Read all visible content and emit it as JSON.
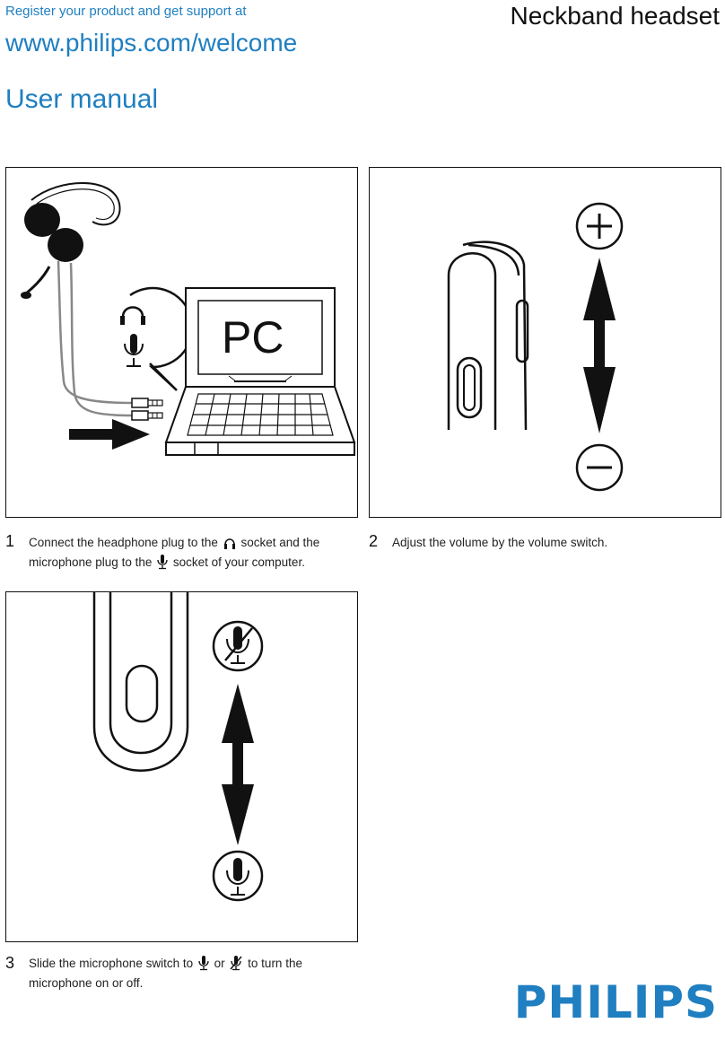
{
  "header": {
    "register_text": "Register your product and get support at",
    "url": "www.philips.com/welcome",
    "doc_type": "User manual",
    "product_name": "Neckband headset"
  },
  "panel1": {
    "screen_label": "PC"
  },
  "steps": [
    {
      "number": "1",
      "text_a": "Connect the headphone plug to the",
      "text_b": "socket and the",
      "text_c": "microphone plug to the",
      "text_d": "socket of your computer."
    },
    {
      "number": "2",
      "text": "Adjust the volume by the volume switch."
    },
    {
      "number": "3",
      "text_a": "Slide the microphone switch to",
      "text_b": "or",
      "text_c": "to turn the",
      "text_d": "microphone on or off."
    }
  ],
  "brand": {
    "logo_text": "PHILIPS",
    "color": "#1f7fc0"
  },
  "icons": [
    "headphone-icon",
    "microphone-icon",
    "microphone-muted-icon",
    "plus-icon",
    "minus-icon",
    "arrow-icon"
  ]
}
